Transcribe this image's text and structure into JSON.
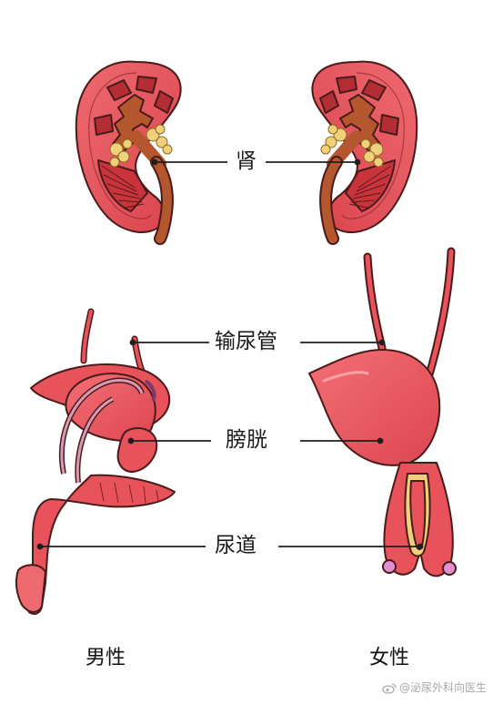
{
  "labels": {
    "kidney": "肾",
    "ureter": "输尿管",
    "bladder": "膀胱",
    "urethra": "尿道"
  },
  "captions": {
    "male": "男性",
    "female": "女性"
  },
  "watermark": {
    "text": "@泌尿外科向医生"
  },
  "colors": {
    "organ_fill": "#e8525a",
    "organ_light": "#f47a7f",
    "organ_outline": "#4a1b1b",
    "pelvis_brown": "#b5572e",
    "fat_yellow": "#f0d07a",
    "line": "#1f1f1f"
  }
}
